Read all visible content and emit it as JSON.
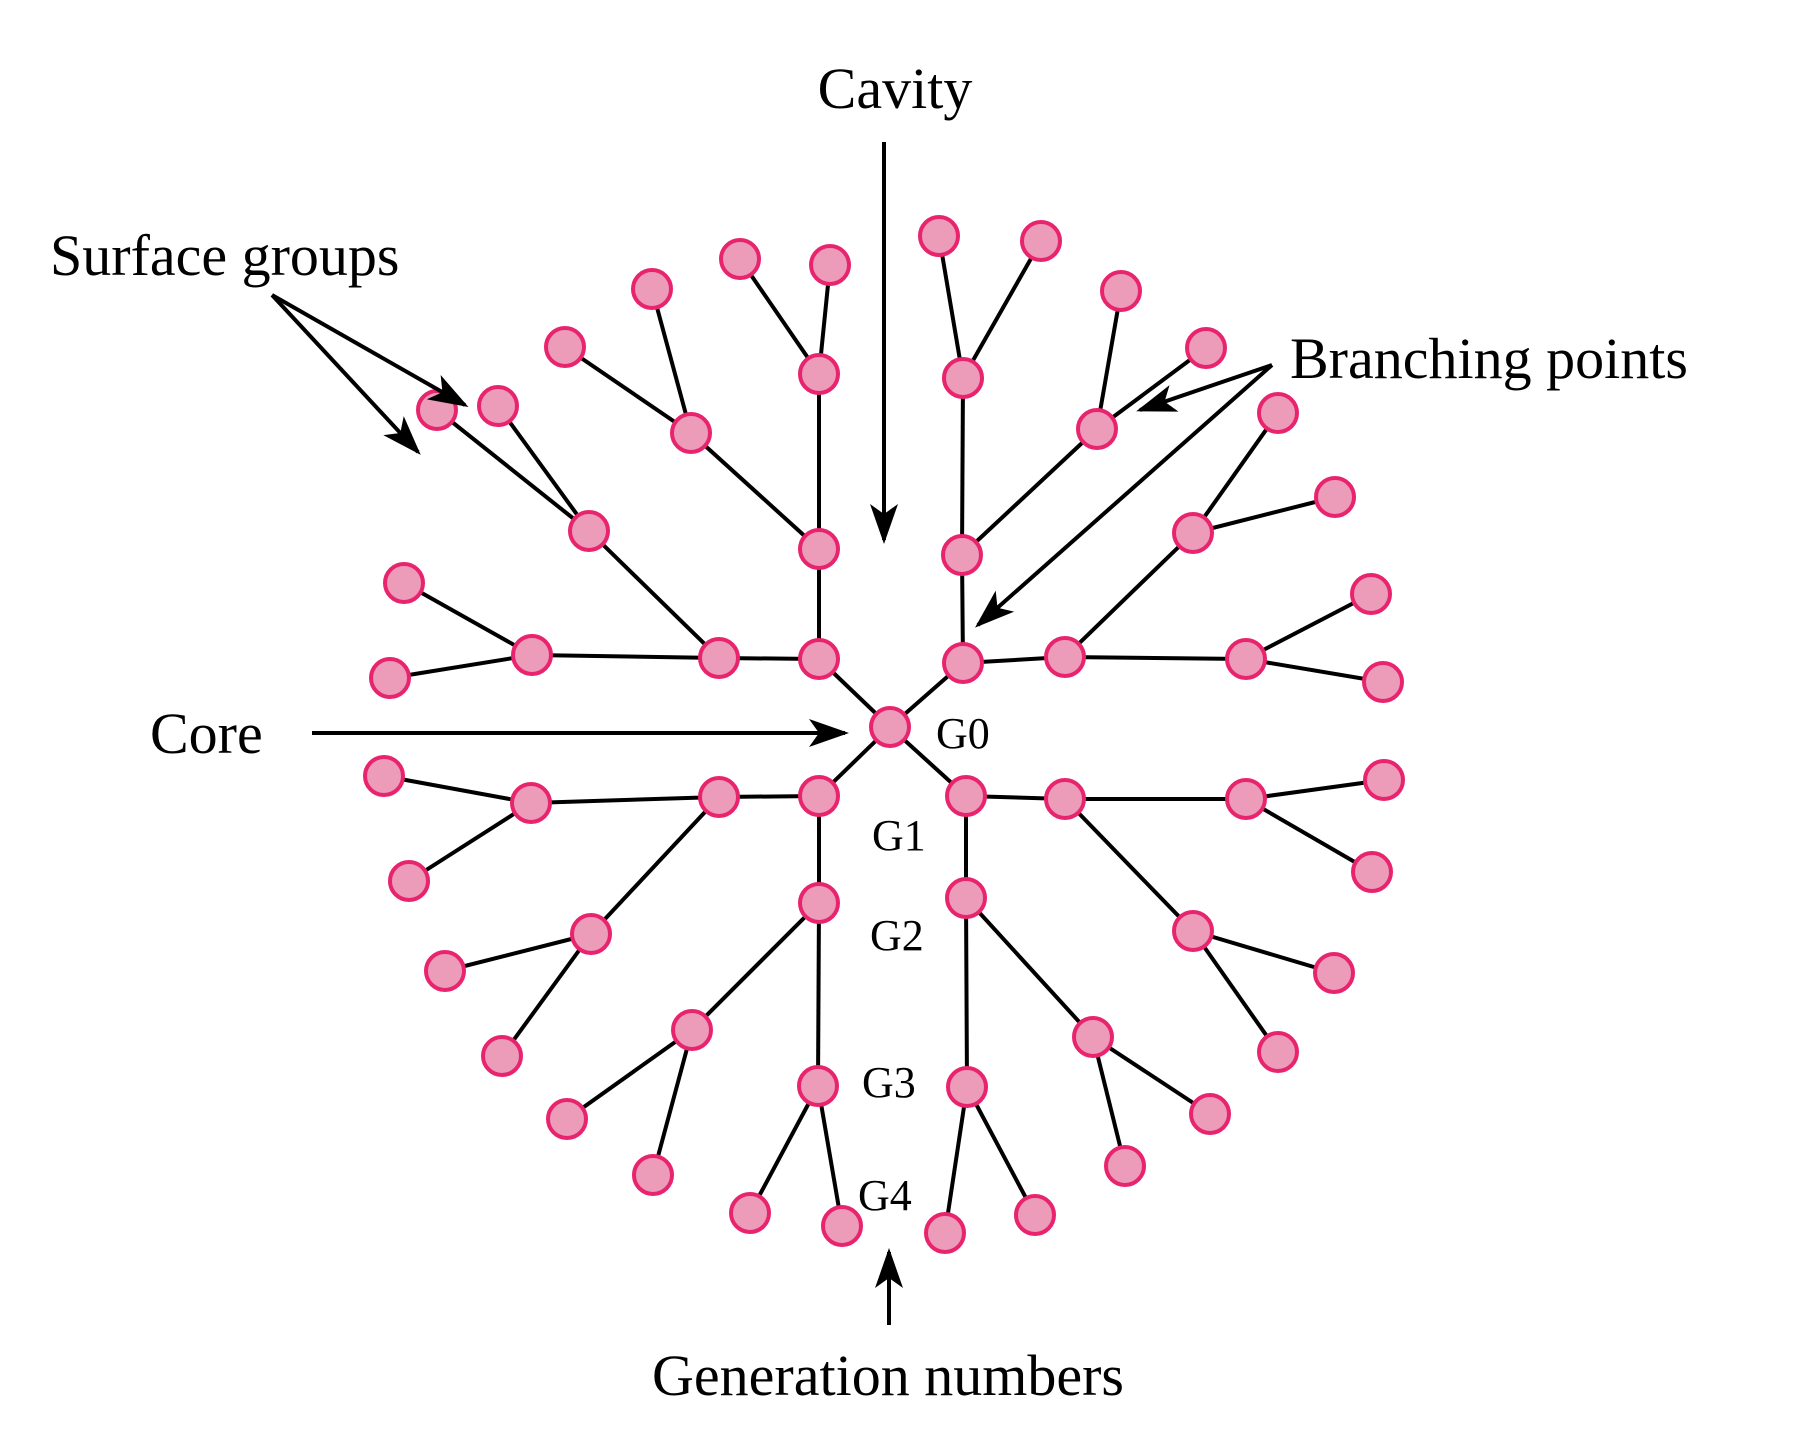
{
  "labels": {
    "cavity": "Cavity",
    "surface_groups": "Surface groups",
    "branching_points": "Branching points",
    "core": "Core",
    "generation_numbers": "Generation numbers"
  },
  "generations": [
    "G0",
    "G1",
    "G2",
    "G3",
    "G4"
  ],
  "colors": {
    "node_fill": "#ec9bb8",
    "node_stroke": "#e8246e",
    "bond": "#000000",
    "text": "#000000"
  }
}
